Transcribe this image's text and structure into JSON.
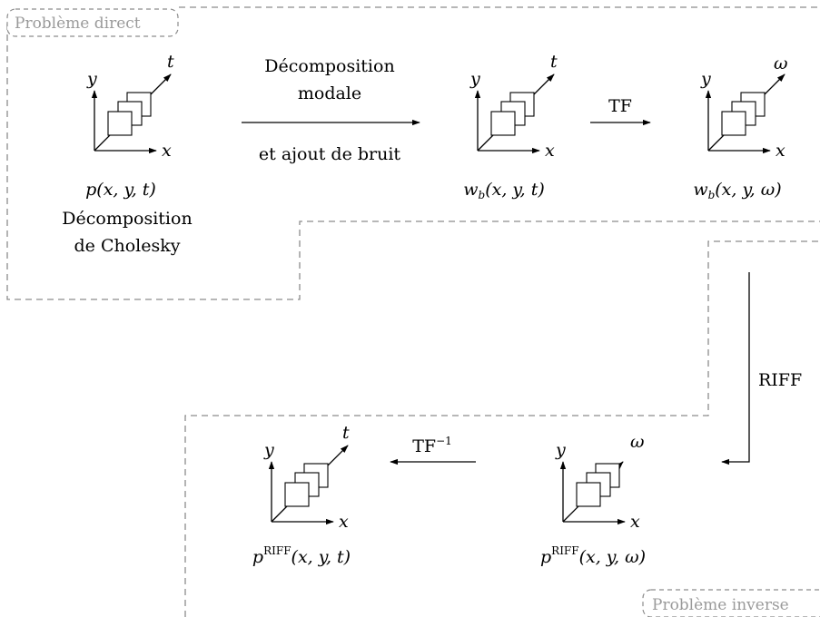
{
  "regions": {
    "direct_title": "Problème direct",
    "inverse_title": "Problème inverse"
  },
  "nodes": {
    "p_xyt": {
      "axis_y": "y",
      "axis_x": "x",
      "axis_z": "t",
      "label": "p(x, y, t)"
    },
    "w_xyt": {
      "axis_y": "y",
      "axis_x": "x",
      "axis_z": "t",
      "label_base": "w",
      "label_sub": "b",
      "label_args": "(x, y, t)"
    },
    "w_xyo": {
      "axis_y": "y",
      "axis_x": "x",
      "axis_z": "ω",
      "label_base": "w",
      "label_sub": "b",
      "label_args": "(x, y, ω)"
    },
    "priff_xyt": {
      "axis_y": "y",
      "axis_x": "x",
      "axis_z": "t",
      "label_base": "p",
      "label_sup": "RIFF",
      "label_args": "(x, y, t)"
    },
    "priff_xyo": {
      "axis_y": "y",
      "axis_x": "x",
      "axis_z": "ω",
      "label_base": "p",
      "label_sup": "RIFF",
      "label_args": "(x, y, ω)"
    }
  },
  "cholesky": {
    "line1": "Décomposition",
    "line2": "de Cholesky"
  },
  "arrows": {
    "modal": {
      "line1": "Décomposition",
      "line2": "modale",
      "line3": "et ajout de bruit"
    },
    "tf": {
      "label": "TF"
    },
    "riff": {
      "label": "RIFF"
    },
    "tf_inv": {
      "base": "TF",
      "sup": "−1"
    }
  }
}
